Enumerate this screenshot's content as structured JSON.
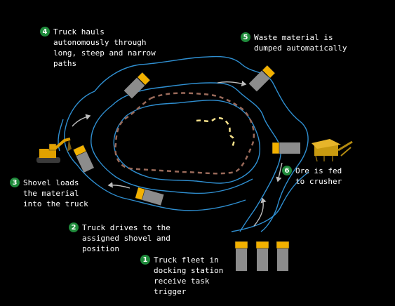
{
  "steps": [
    {
      "num": "1",
      "text": "Truck fleet in\ndocking station\nreceive task\ntrigger"
    },
    {
      "num": "2",
      "text": "Truck drives to the\nassigned shovel and\nposition"
    },
    {
      "num": "3",
      "text": "Shovel loads\nthe material\ninto the truck"
    },
    {
      "num": "4",
      "text": "Truck hauls\nautonomously through\nlong, steep and narrow\npaths"
    },
    {
      "num": "5",
      "text": "Waste material is\ndumped automatically"
    },
    {
      "num": "6",
      "text": "Ore is fed\nto crusher"
    }
  ],
  "colors": {
    "background": "#000000",
    "road": "#2f8fd1",
    "badge": "#1f8a3b",
    "truck_cab": "#f2b100",
    "truck_body": "#8c8c8c",
    "dashed_path": "#9a6a5a",
    "dashed_center": "#f4e08a",
    "arrow": "#bfbfbf"
  },
  "icons": [
    "excavator-icon",
    "crusher-icon",
    "truck-icon",
    "flow-arrow-icon"
  ]
}
